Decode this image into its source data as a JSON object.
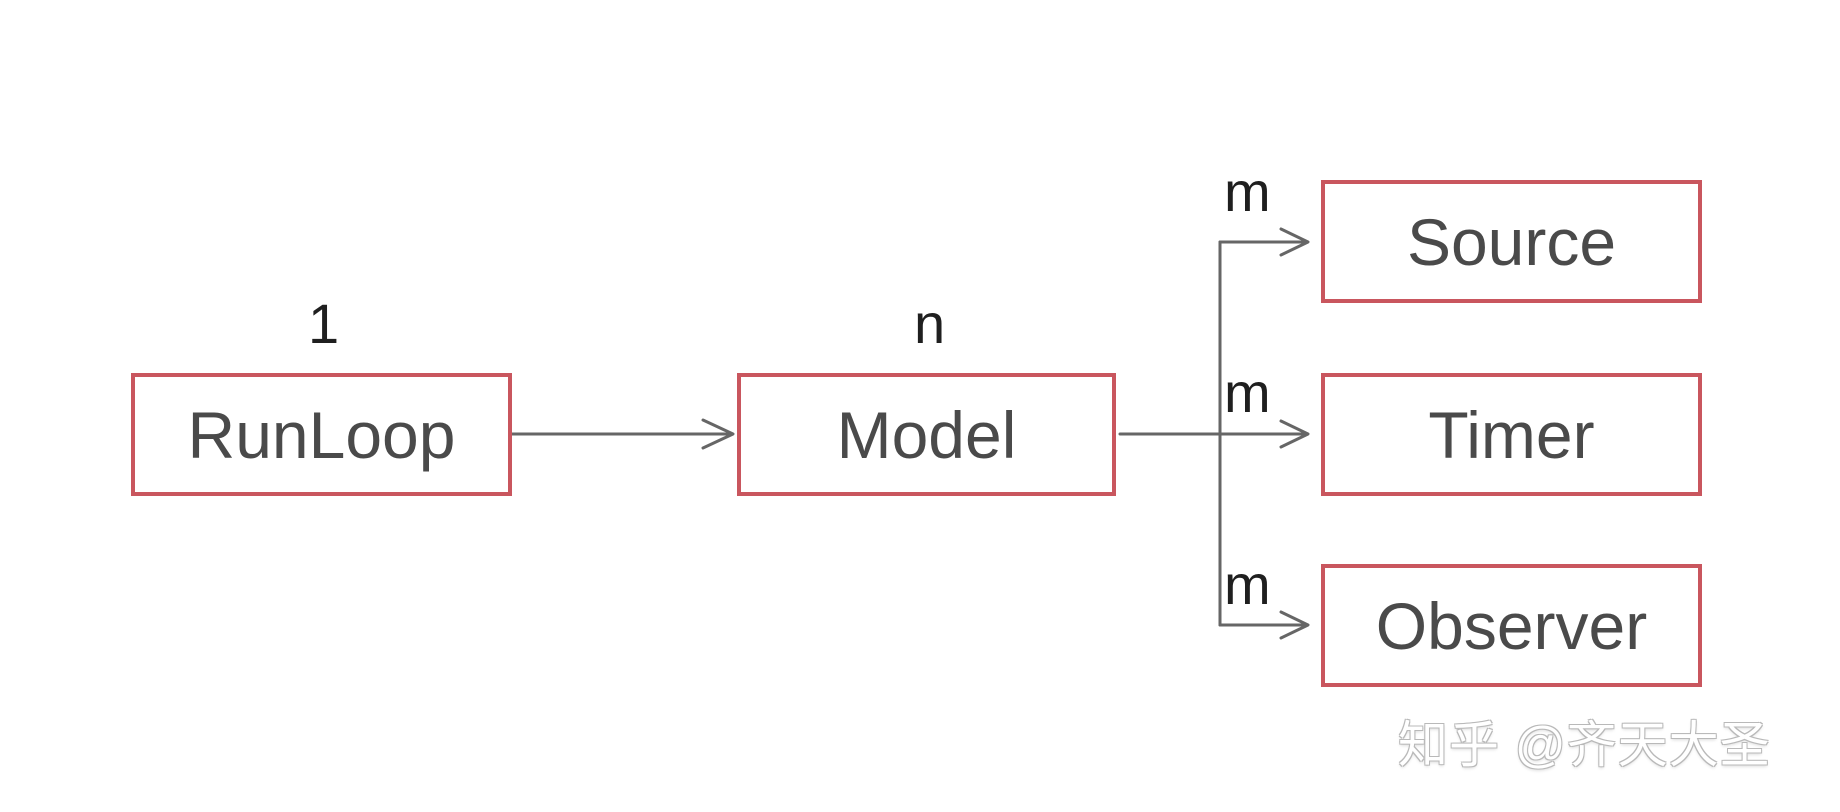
{
  "nodes": {
    "runloop": "RunLoop",
    "model": "Model",
    "source": "Source",
    "timer": "Timer",
    "observer": "Observer"
  },
  "multiplicities": {
    "runloop": "1",
    "model": "n",
    "source": "m",
    "timer": "m",
    "observer": "m"
  },
  "watermark": "知乎 @齐天大圣",
  "colors": {
    "box_border": "#c9565e",
    "arrow": "#666666",
    "node_text": "#4a4a4a",
    "label_text": "#1f1f1f"
  }
}
